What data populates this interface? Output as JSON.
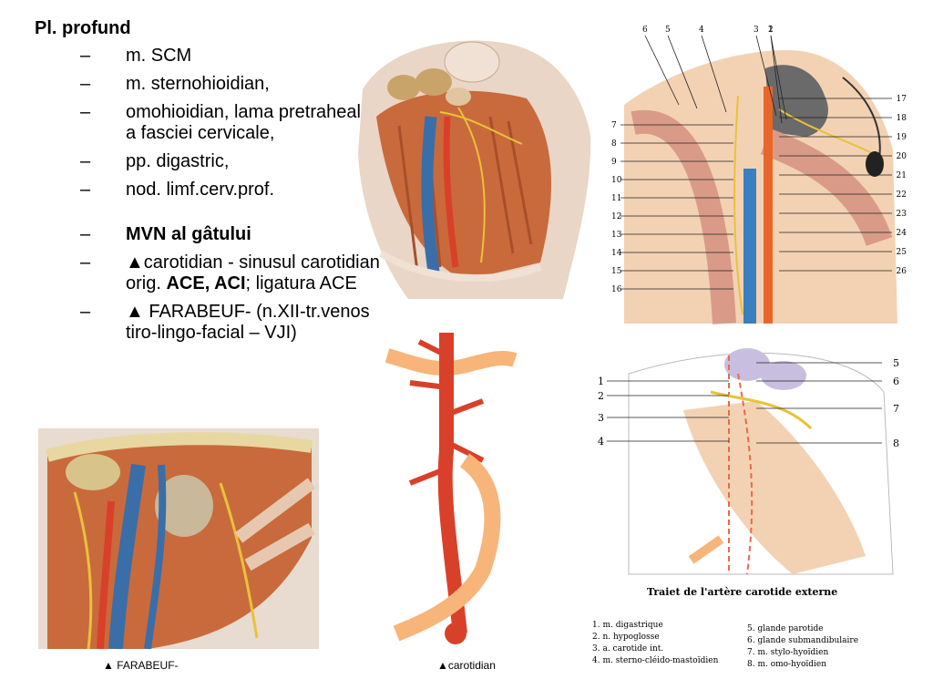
{
  "title": "Pl. profund",
  "items": [
    "m. SCM",
    "m. sternohioidian,",
    "omohioidian, lama pretraheală a fasciei cervicale,",
    "pp. digastric,",
    "nod. limf.cerv.prof."
  ],
  "items2": {
    "mvn": "MVN al gâtului",
    "carotid_a": "▲carotidian - sinusul carotidian orig. ",
    "carotid_ace_aci": "ACE, ACI",
    "carotid_sep": ";",
    "carotid_b": " ligatura ACE",
    "farabeuf": "▲ FARABEUF- (n.XII-tr.venos tiro-lingo-facial – VJI)"
  },
  "dash": "–",
  "captions": {
    "farabeuf": "▲ FARABEUF-",
    "carotid": "▲carotidian"
  },
  "diagram_top": {
    "numbers_top": [
      "6",
      "5",
      "4",
      "3",
      "2",
      "1"
    ],
    "numbers_left": [
      "7",
      "8",
      "9",
      "10",
      "11",
      "12",
      "13",
      "14",
      "15",
      "16"
    ],
    "numbers_right": [
      "17",
      "18",
      "19",
      "20",
      "21",
      "22",
      "23",
      "24",
      "25",
      "26"
    ]
  },
  "diagram_bottom": {
    "title": "Traiet de l'artère carotide externe",
    "left_numbers": [
      "1",
      "2",
      "3",
      "4"
    ],
    "right_numbers": [
      "5",
      "6",
      "7",
      "8"
    ],
    "legend_left": [
      "1.  m. digastrique",
      "2.  n. hypoglosse",
      "3.  a. carotide int.",
      "4.  m. sterno-cléido-mastoïdien"
    ],
    "legend_right": [
      "5.  glande parotide",
      "6.  glande submandibulaire",
      "7.  m. stylo-hyoïdien",
      "8.  m. omo-hyoïdien"
    ]
  },
  "colors": {
    "muscle": "#c96a3c",
    "artery": "#d9402a",
    "vein": "#3a6ea8",
    "nerve": "#e8c23a",
    "skin": "#f3d2b3"
  }
}
